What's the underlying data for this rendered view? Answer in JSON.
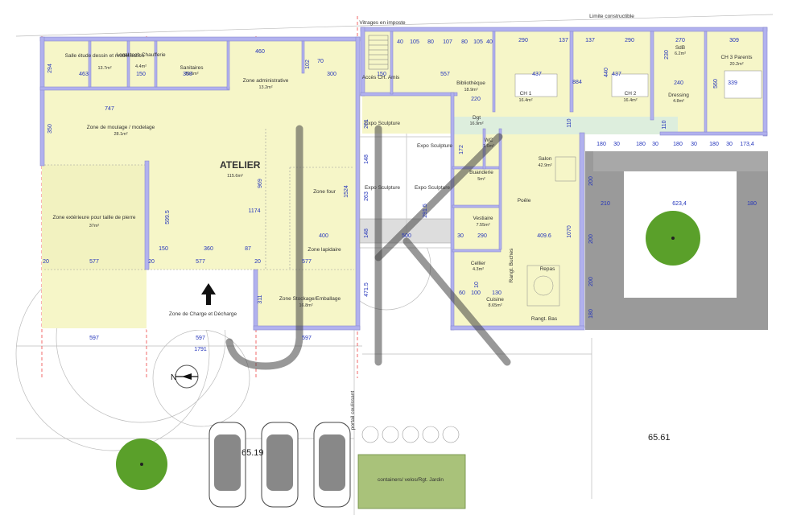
{
  "title": "ATELIER",
  "title_area": "115.6m²",
  "rooms": {
    "salle_etude": {
      "name": "Salle étude dessin et modélisation",
      "area": "13.7m²"
    },
    "local_tech": {
      "name": "Local tech Chaufferie",
      "area": "4.4m²"
    },
    "sanitaires": {
      "name": "Sanitaires",
      "area": "10.5m²"
    },
    "zone_admin": {
      "name": "Zone administrative",
      "area": "13.2m²"
    },
    "zone_moulage": {
      "name": "Zone de moulage / modelage",
      "area": "28.1m²"
    },
    "zone_exterieure": {
      "name": "Zone extérieure pour taille de pierre",
      "area": "37m²"
    },
    "zone_four": {
      "name": "Zone four"
    },
    "zone_lapidaire": {
      "name": "Zone lapidaire"
    },
    "zone_stockage": {
      "name": "Zone Stockage/Emballage",
      "area": "16.8m²"
    },
    "zone_charge": {
      "name": "Zone de Charge et Décharge"
    },
    "acces": {
      "name": "Accès CH. Amis"
    },
    "bibliotheque": {
      "name": "Bibliothèque",
      "area": "18.9m²"
    },
    "ch1": {
      "name": "CH 1",
      "area": "16.4m²"
    },
    "ch2": {
      "name": "CH 2",
      "area": "16.4m²"
    },
    "sdb": {
      "name": "SdB",
      "area": "6.2m²"
    },
    "ch3": {
      "name": "CH 3 Parents",
      "area": "20.2m²"
    },
    "dressing": {
      "name": "Dressing",
      "area": "4.8m²"
    },
    "dgt": {
      "name": "Dgt",
      "area": "16.9m²"
    },
    "wc": {
      "name": "WC",
      "area": "1.6m²"
    },
    "salon": {
      "name": "Salon",
      "area": "42.9m²"
    },
    "buanderie": {
      "name": "Buanderie",
      "area": "5m²"
    },
    "poele": {
      "name": "Poêle"
    },
    "vestiaire": {
      "name": "Vestiaire",
      "area": "7.55m²"
    },
    "repas": {
      "name": "Repas"
    },
    "cellier": {
      "name": "Cellier",
      "area": "4.3m²"
    },
    "cuisine": {
      "name": "Cuisine",
      "area": "8.65m²"
    },
    "rangt_buches": {
      "name": "Rangt. Buches"
    },
    "rangt_bas": {
      "name": "Rangt. Bas"
    }
  },
  "expo": "Expo Sculpture",
  "labels": {
    "vitrages": "Vitrages en imposte",
    "limite": "Limite constructible",
    "portail": "portail coulissant",
    "containers": "containers/ velos/Rgt. Jardin",
    "level_a": "65.19",
    "level_b": "65.61"
  },
  "dims": {
    "d463": "463",
    "d150": "150",
    "d358": "358",
    "d460": "460",
    "d300": "300",
    "d294": "294",
    "d747": "747",
    "d350": "350",
    "d969": "969",
    "d1174": "1174",
    "d599": "599.5",
    "d1524": "1524",
    "d400": "400",
    "d360": "360",
    "d87": "87",
    "d20": "20",
    "d577": "577",
    "d311": "311",
    "d597": "597",
    "d1791": "1791",
    "d102": "102",
    "d70": "70",
    "d40": "40",
    "d105": "105",
    "d80": "80",
    "d107": "107",
    "d557": "557",
    "d290": "290",
    "d137": "137",
    "d270": "270",
    "d309": "309",
    "d437": "437",
    "d884": "884",
    "d440": "440",
    "d230": "230",
    "d240": "240",
    "d560": "560",
    "d339": "339",
    "d220": "220",
    "d110": "110",
    "d261": "261",
    "d148": "148",
    "d263": "263",
    "d291": "291.5",
    "d500": "500",
    "d471": "471.5",
    "d172": "172",
    "d409": "409.6",
    "d1070": "1070",
    "d130": "130",
    "d100": "100",
    "d60": "60",
    "d30": "30",
    "d180": "180",
    "d173": "173,4",
    "d210": "210",
    "d623": "623,4",
    "d200": "200",
    "d10": "10"
  },
  "colors": {
    "floor": "#f6f6c8",
    "wall": "#b1b1ee",
    "wall_stroke": "#8a8ad0",
    "dim_text": "#2233bb",
    "tree": "#5aa02a",
    "garden": "#a9c27a",
    "terrace": "#9a9a9a",
    "axis": "#ee4444"
  }
}
